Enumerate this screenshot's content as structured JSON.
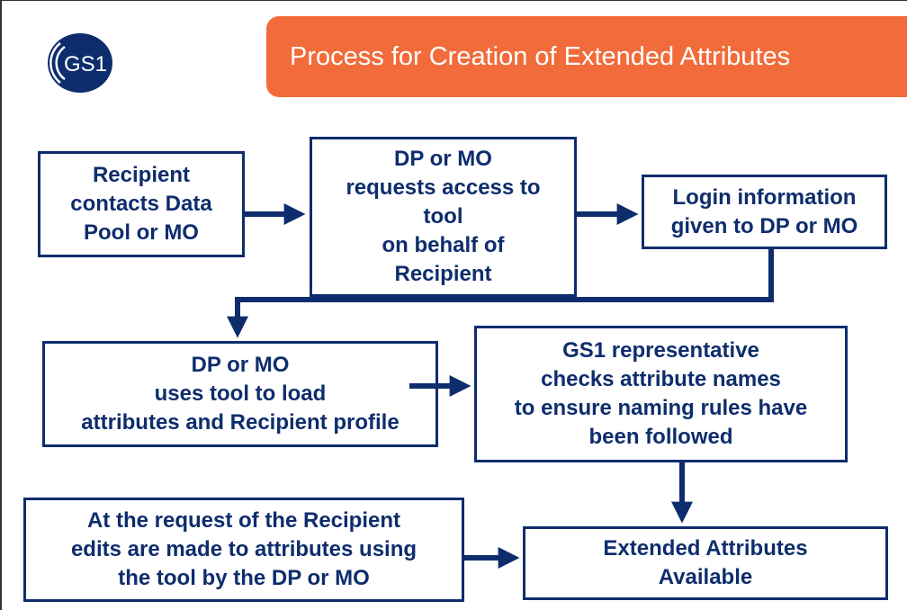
{
  "header": {
    "logo_text": "GS1",
    "title": "Process for Creation of  Extended Attributes"
  },
  "steps": {
    "recipient_contacts": "Recipient\ncontacts Data\nPool or MO",
    "dp_requests_access": "DP or MO\nrequests access to\ntool\non behalf of\nRecipient",
    "login_information": "Login information\ngiven to DP or MO",
    "dp_uses_tool": "DP or MO\nuses tool to load\nattributes and Recipient profile",
    "gs1_checks": "GS1 representative\nchecks attribute names\nto ensure naming rules have\nbeen followed",
    "edits_made": "At the request of the Recipient\nedits are  made to attributes using\nthe tool by the DP or MO",
    "extended_available": "Extended Attributes\nAvailable"
  },
  "colors": {
    "banner": "#f26b3a",
    "box_border": "#0e2d6d",
    "text": "#0e2d6d",
    "arrow": "#0e2d6d",
    "logo": "#0e2d6d"
  }
}
